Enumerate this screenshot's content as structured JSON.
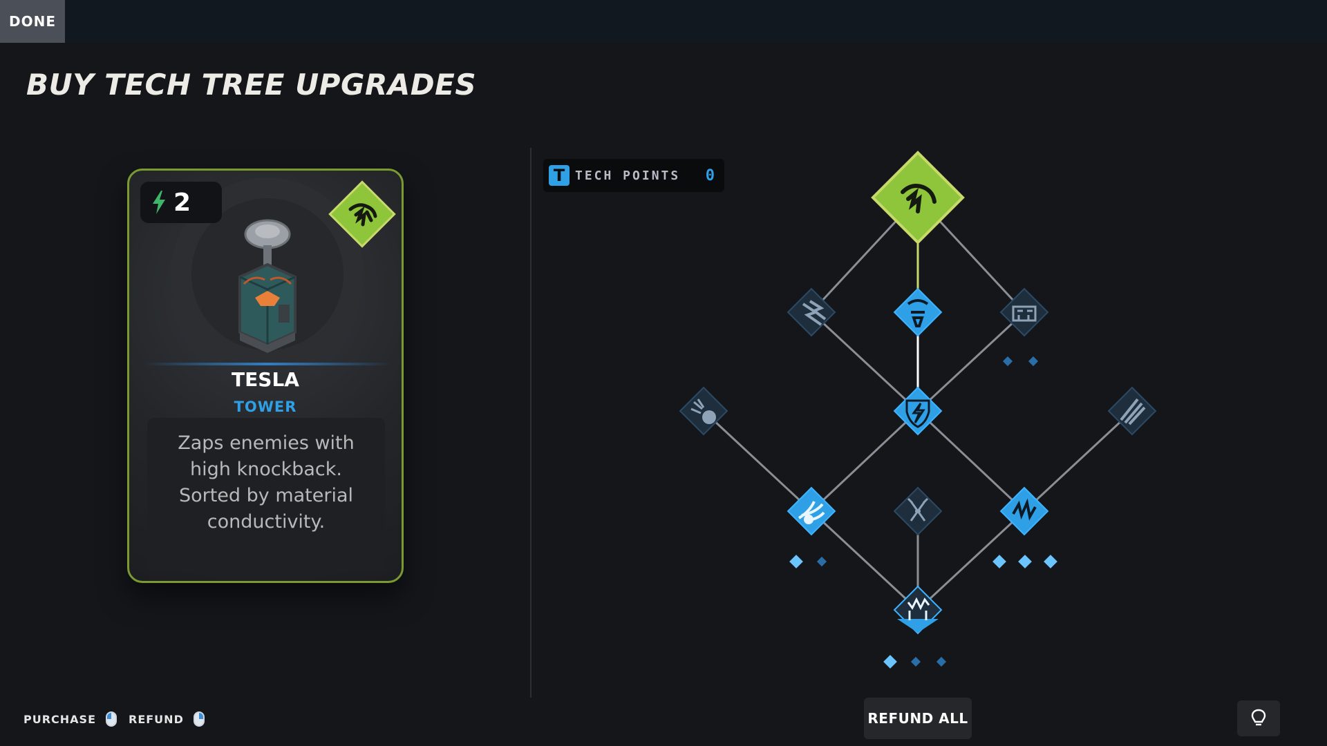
{
  "topbar": {
    "done_label": "DONE"
  },
  "page": {
    "title": "BUY TECH TREE UPGRADES"
  },
  "card": {
    "cost": "2",
    "name": "TESLA",
    "type": "TOWER",
    "description": "Zaps enemies with high knockback. Sorted by material conductivity.",
    "border_color": "#7c9a30",
    "emblem_icon": "tesla-lightning-emblem-icon"
  },
  "tech_points": {
    "icon_letter": "T",
    "label": "TECH POINTS",
    "value": "0"
  },
  "tree": {
    "colors": {
      "root": "#8fc53a",
      "purchased": "#2fa0e6",
      "locked": "#1f3b52",
      "line": "#8a8f96",
      "root_line": "#c7d96b"
    },
    "nodes": [
      {
        "id": "root",
        "icon": "tesla-root-icon",
        "state": "root"
      },
      {
        "id": "left-upper",
        "icon": "lightning-bolts-icon",
        "state": "locked"
      },
      {
        "id": "center-upper",
        "icon": "tesla-coil-upgrade-icon",
        "state": "purchased"
      },
      {
        "id": "right-upper",
        "icon": "machine-building-icon",
        "state": "locked",
        "pips": 2
      },
      {
        "id": "far-left",
        "icon": "insect-bomb-icon",
        "state": "locked"
      },
      {
        "id": "center-middle",
        "icon": "shield-bolt-icon",
        "state": "purchased"
      },
      {
        "id": "far-right",
        "icon": "claw-slash-icon",
        "state": "locked"
      },
      {
        "id": "left-lower",
        "icon": "comet-burst-icon",
        "state": "purchased",
        "pips": 2
      },
      {
        "id": "center-lower",
        "icon": "circuit-wrench-icon",
        "state": "locked"
      },
      {
        "id": "right-lower",
        "icon": "chain-lightning-icon",
        "state": "purchased",
        "pips": 3
      },
      {
        "id": "bottom",
        "icon": "arc-discharge-icon",
        "state": "purchased",
        "pips": 3
      }
    ]
  },
  "footer": {
    "purchase_label": "PURCHASE",
    "refund_label": "REFUND",
    "refund_all_label": "REFUND ALL",
    "hint_icon": "lightbulb-icon"
  }
}
